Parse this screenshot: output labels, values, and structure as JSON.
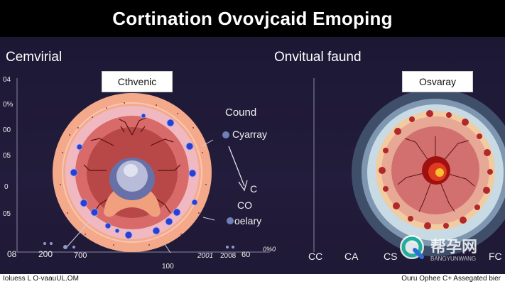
{
  "header": {
    "title": "Cortination Ovovjcaid Emoping"
  },
  "left_panel": {
    "section_title": "Cemvirial",
    "box_label": "Cthvenic",
    "y_ticks": [
      "04",
      "0%",
      "00",
      "05",
      "0",
      "05"
    ],
    "x_ticks": [
      "08",
      "200",
      "700",
      "100",
      "2001",
      "2008",
      "60",
      "0%0"
    ],
    "annotations": {
      "cound": "Cound",
      "cyarray": "Cyarray",
      "c": "C",
      "co": "CO",
      "oelary": "oelary"
    }
  },
  "right_panel": {
    "section_title": "Onvitual faund",
    "box_label": "Osvaray",
    "x_ticks": [
      "CC",
      "CA",
      "CS"
    ],
    "x_tick_right": "FC"
  },
  "footer": {
    "left": "Ioluess L O·vaauUL.OM",
    "right": "Ouru Ophee C+ Assegated bier"
  },
  "watermark": {
    "text_main": "帮孕网",
    "text_sub": "BANGYUNWANG"
  },
  "colors": {
    "background": "#1e1935",
    "outer_ring": "#f2a583",
    "tissue": "#c86060",
    "blue_dot": "#2a3fd0",
    "accent": "#f0b030"
  }
}
